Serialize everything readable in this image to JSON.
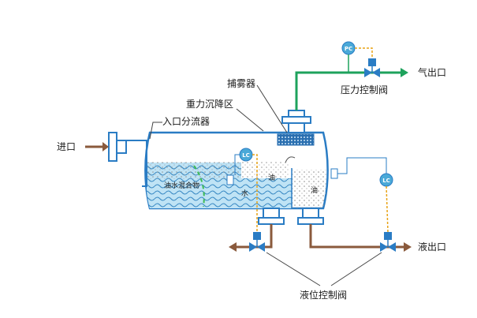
{
  "labels": {
    "inlet": "进口",
    "gas_outlet": "气出口",
    "liquid_outlet": "液出口",
    "pressure_valve": "压力控制阀",
    "level_valve": "液位控制阀",
    "mist_eliminator": "捕雾器",
    "gravity_zone": "重力沉降区",
    "inlet_diverter": "入口分流器",
    "oil_water_mix": "油水混合物",
    "water": "水",
    "oil_left": "油",
    "oil_right": "油",
    "pc": "PC",
    "lc_left": "LC",
    "lc_right": "LC"
  },
  "colors": {
    "vessel_stroke": "#2a7cc4",
    "water": "#9fd3ef",
    "oil_dots": "#b0b0b0",
    "gas_pipe": "#1ea25c",
    "liquid_pipe": "#8a5a3c",
    "signal_line": "#e8a317",
    "instrument": "#4aa9d8",
    "diverter": "#3dbb55"
  }
}
